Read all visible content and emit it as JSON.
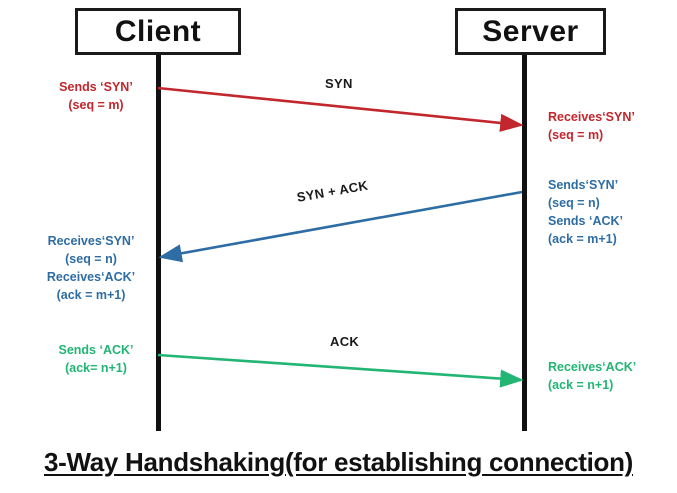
{
  "diagram": {
    "title": "3-Way Handshaking(for establishing connection)",
    "type": "sequence-diagram",
    "colors": {
      "syn": "#c1272d",
      "syn_ack": "#2e6da4",
      "ack": "#22b573",
      "lifeline": "#111111",
      "box_border": "#1a1a1a",
      "background": "#ffffff"
    }
  },
  "participants": {
    "client": {
      "label": "Client"
    },
    "server": {
      "label": "Server"
    }
  },
  "messages": [
    {
      "id": "syn",
      "label": "SYN",
      "direction": "client-to-server",
      "color": "#c1272d"
    },
    {
      "id": "syn-ack",
      "label": "SYN + ACK",
      "direction": "server-to-client",
      "color": "#2e6da4"
    },
    {
      "id": "ack",
      "label": "ACK",
      "direction": "client-to-server",
      "color": "#22b573"
    }
  ],
  "notes": {
    "client_syn": {
      "line1": "Sends ‘SYN’",
      "line2": "(seq = m)"
    },
    "server_syn": {
      "line1": "Receives‘SYN’",
      "line2": "(seq = m)"
    },
    "server_syn_ack": {
      "line1": "Sends‘SYN’",
      "line2": "(seq = n)",
      "line3": "Sends ‘ACK’",
      "line4": "(ack = m+1)"
    },
    "client_syn_ack": {
      "line1": "Receives‘SYN’",
      "line2": "(seq = n)",
      "line3": "Receives‘ACK’",
      "line4": "(ack = m+1)"
    },
    "client_ack": {
      "line1": "Sends ‘ACK’",
      "line2": "(ack= n+1)"
    },
    "server_ack": {
      "line1": "Receives‘ACK’",
      "line2": "(ack = n+1)"
    }
  }
}
